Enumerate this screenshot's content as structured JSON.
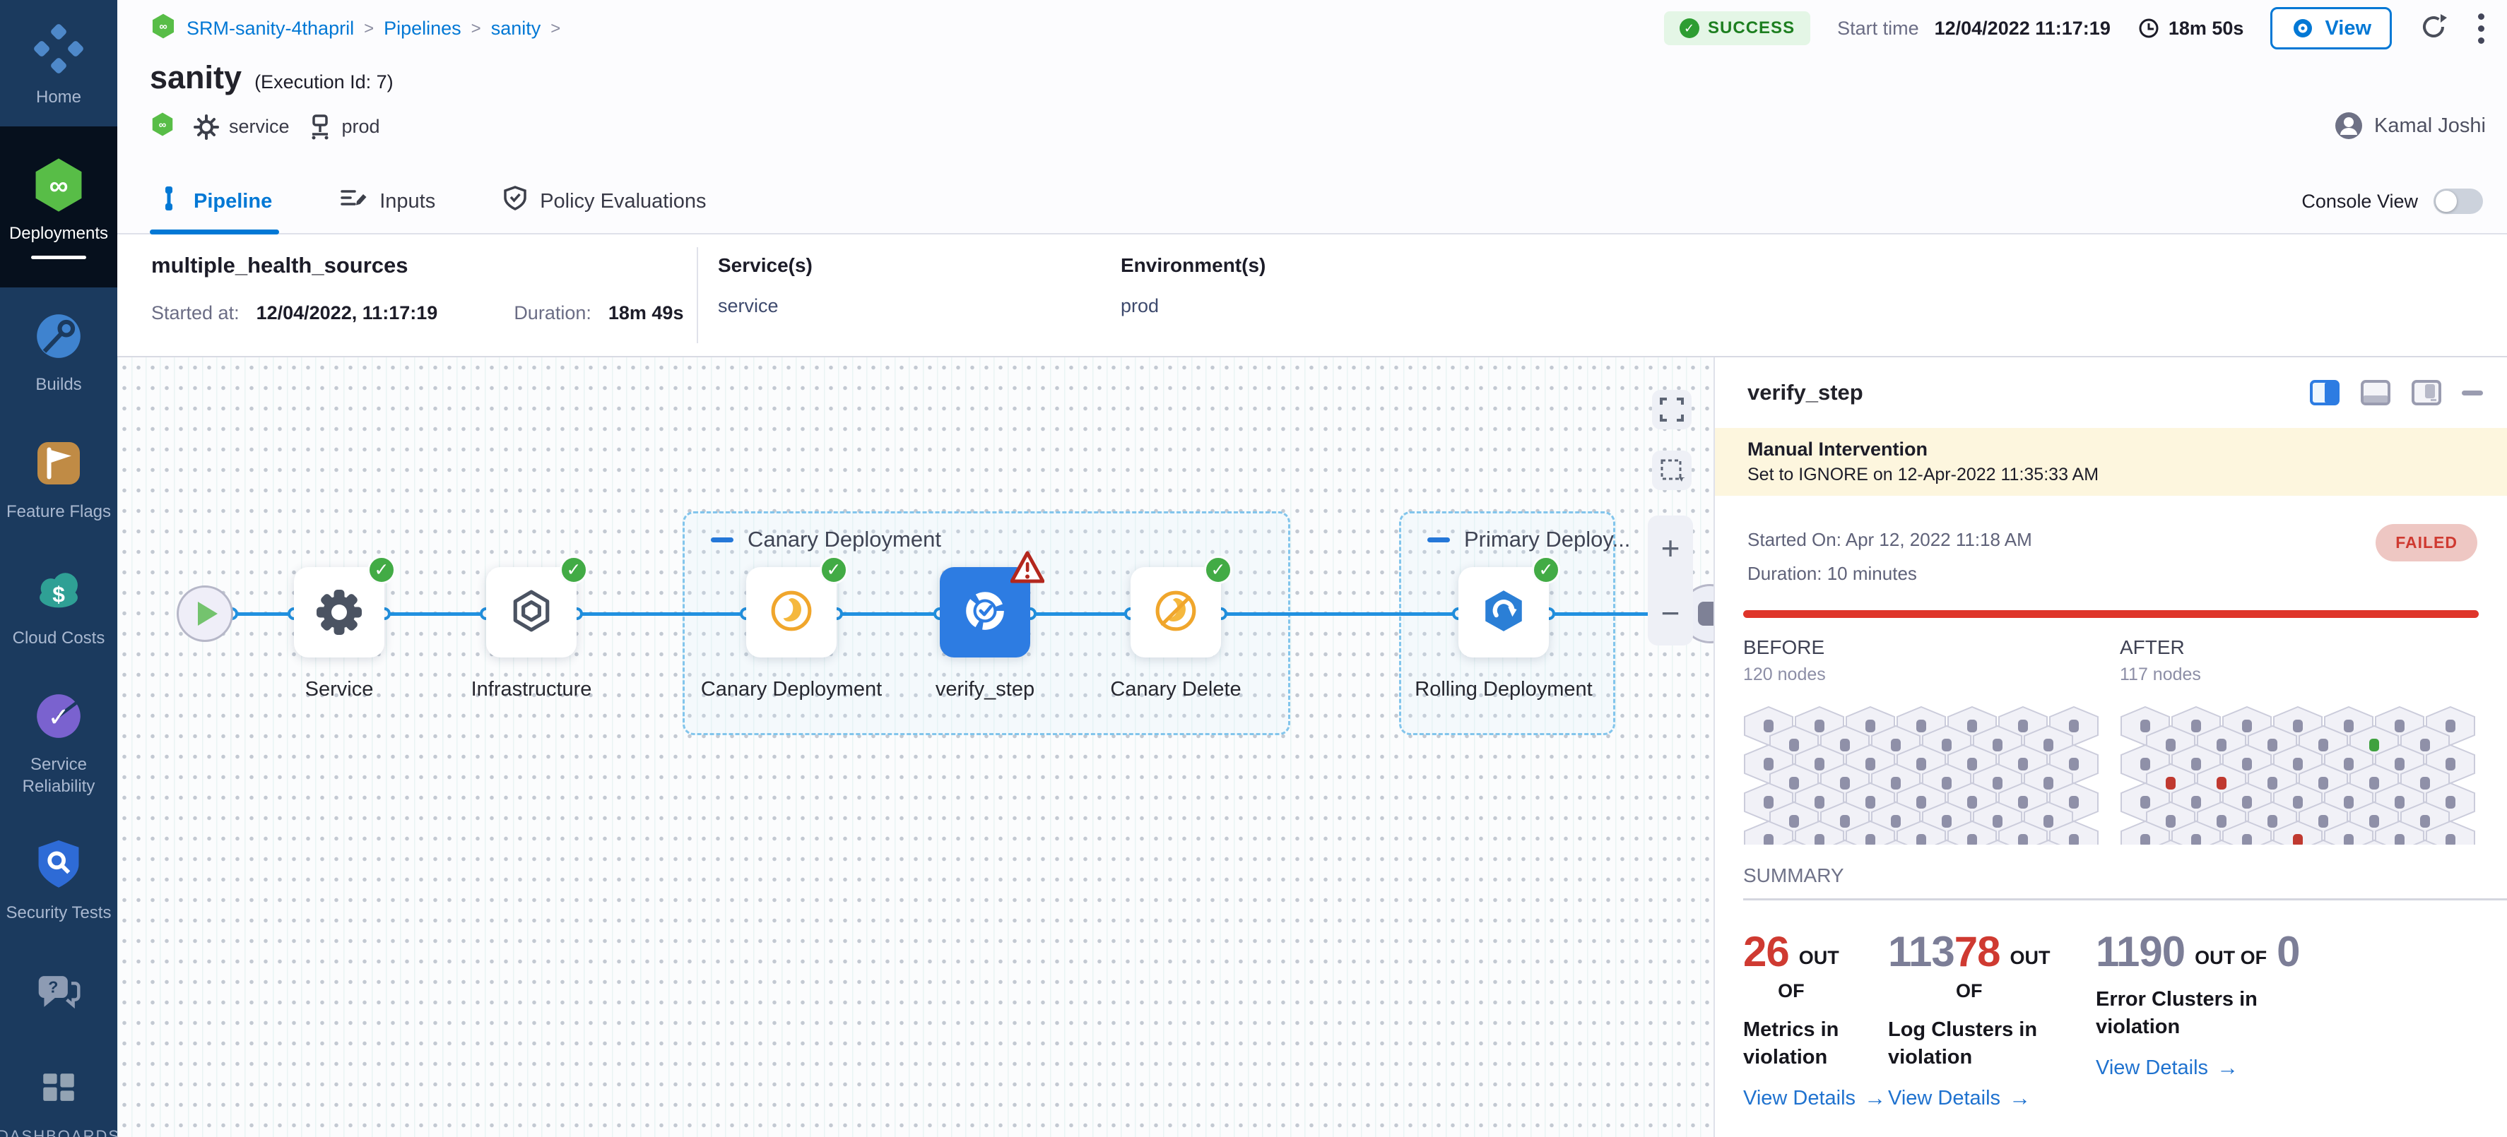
{
  "colors": {
    "accent": "#0278d5",
    "success_green": "#42ab45",
    "error_red": "#cf3a31",
    "number_gray": "#7c7e97",
    "selected_node_blue": "#2d7ce2",
    "banner_yellow": "#fdf6de",
    "sidebar_navy": "#1b3a5e"
  },
  "sidebar": {
    "items": [
      {
        "id": "home",
        "label": "Home",
        "icon": "home-icon",
        "active": false
      },
      {
        "id": "deployments",
        "label": "Deployments",
        "icon": "deployments-icon",
        "active": true
      },
      {
        "id": "builds",
        "label": "Builds",
        "icon": "builds-icon",
        "active": false
      },
      {
        "id": "feature-flags",
        "label": "Feature Flags",
        "icon": "feature-flags-icon",
        "active": false
      },
      {
        "id": "cloud-costs",
        "label": "Cloud Costs",
        "icon": "cloud-costs-icon",
        "active": false
      },
      {
        "id": "service-reliability",
        "label": "Service Reliability",
        "icon": "service-reliability-icon",
        "active": false
      },
      {
        "id": "security-tests",
        "label": "Security Tests",
        "icon": "security-tests-icon",
        "active": false
      }
    ],
    "bottom_items": [
      {
        "id": "help",
        "label": "",
        "icon": "help-chat-icon"
      },
      {
        "id": "dashboards",
        "label": "DASHBOARDS",
        "icon": "dashboards-icon"
      }
    ]
  },
  "header": {
    "breadcrumb": [
      {
        "label": "SRM-sanity-4thapril"
      },
      {
        "label": "Pipelines"
      },
      {
        "label": "sanity"
      }
    ],
    "status": "SUCCESS",
    "start_time_label": "Start time",
    "start_time": "12/04/2022 11:17:19",
    "elapsed": "18m 50s",
    "view_button": "View",
    "title": "sanity",
    "execution_id": "(Execution Id: 7)",
    "service_tag": "service",
    "env_tag": "prod",
    "user": "Kamal Joshi"
  },
  "tabs": {
    "items": [
      {
        "label": "Pipeline",
        "icon": "pipeline-icon",
        "active": true
      },
      {
        "label": "Inputs",
        "icon": "inputs-icon",
        "active": false
      },
      {
        "label": "Policy Evaluations",
        "icon": "policy-icon",
        "active": false
      }
    ],
    "console_view_label": "Console View",
    "console_view_on": false
  },
  "stage": {
    "name": "multiple_health_sources",
    "started_label": "Started at:",
    "started_value": "12/04/2022, 11:17:19",
    "duration_label": "Duration:",
    "duration_value": "18m 49s",
    "services_label": "Service(s)",
    "services_value": "service",
    "environments_label": "Environment(s)",
    "environments_value": "prod"
  },
  "pipeline": {
    "groups": [
      {
        "label": "Canary Deployment"
      },
      {
        "label": "Primary Deploy..."
      }
    ],
    "nodes": [
      {
        "id": "service",
        "label": "Service",
        "icon": "gear-icon",
        "status": "success"
      },
      {
        "id": "infrastructure",
        "label": "Infrastructure",
        "icon": "hexagon-icon",
        "status": "success"
      },
      {
        "id": "canary-deployment",
        "label": "Canary Deployment",
        "icon": "canary-icon",
        "status": "success"
      },
      {
        "id": "verify_step",
        "label": "verify_step",
        "icon": "verify-icon",
        "status": "warning",
        "selected": true
      },
      {
        "id": "canary-delete",
        "label": "Canary Delete",
        "icon": "canary-delete-icon",
        "status": "success"
      },
      {
        "id": "rolling-deployment",
        "label": "Rolling Deployment",
        "icon": "rolling-icon",
        "status": "success"
      }
    ]
  },
  "panel": {
    "title": "verify_step",
    "banner": {
      "title": "Manual Intervention",
      "subtitle": "Set to IGNORE on 12-Apr-2022 11:35:33 AM"
    },
    "started_on": "Started On: Apr 12, 2022 11:18 AM",
    "duration": "Duration: 10 minutes",
    "status_badge": "FAILED",
    "before": {
      "label": "BEFORE",
      "count": "120 nodes",
      "grid": {
        "rows": [
          7,
          6,
          7,
          6,
          7,
          6,
          7,
          6
        ],
        "specials": []
      }
    },
    "after": {
      "label": "AFTER",
      "count": "117 nodes",
      "grid": {
        "rows": [
          7,
          6,
          7,
          6,
          7,
          6,
          7,
          6
        ],
        "specials": [
          {
            "row": 1,
            "col": 4,
            "tone": "green"
          },
          {
            "row": 3,
            "col": 0,
            "tone": "red"
          },
          {
            "row": 3,
            "col": 1,
            "tone": "red"
          },
          {
            "row": 6,
            "col": 3,
            "tone": "red"
          }
        ]
      }
    },
    "summary_label": "SUMMARY",
    "summary_cards": [
      {
        "number_parts": [
          {
            "text": "26",
            "tone": "red"
          }
        ],
        "out_label": "OUT",
        "of_label": "OF",
        "description": "Metrics in violation",
        "link_label": "View Details"
      },
      {
        "number_parts": [
          {
            "text": "113",
            "tone": "gray"
          },
          {
            "text": "78",
            "tone": "red"
          }
        ],
        "out_label": "OUT",
        "of_label": "OF",
        "description": "Log Clusters in violation",
        "link_label": "View Details"
      },
      {
        "number_parts": [
          {
            "text": "1190",
            "tone": "gray"
          }
        ],
        "out_label": "OUT OF",
        "total_parts": [
          {
            "text": "0",
            "tone": "gray"
          }
        ],
        "description": "Error Clusters in violation",
        "link_label": "View Details"
      }
    ]
  }
}
